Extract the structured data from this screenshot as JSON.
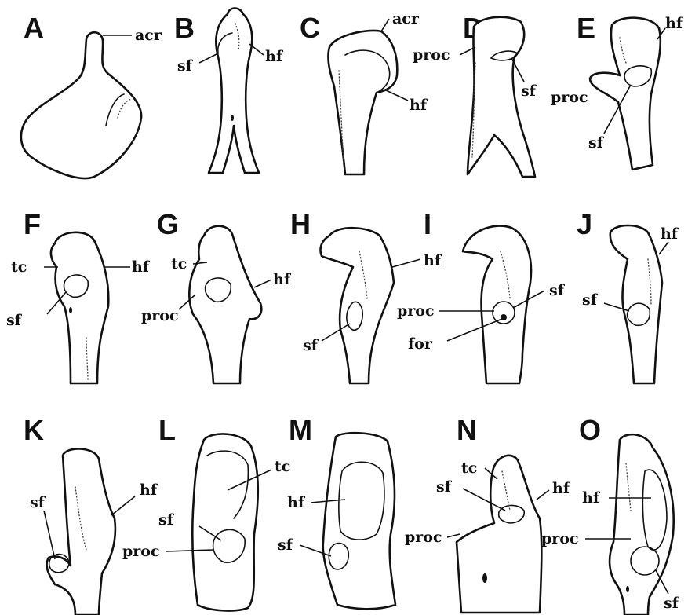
{
  "panels": [
    {
      "letter": "A",
      "labels": [
        "acr"
      ]
    },
    {
      "letter": "B",
      "labels": [
        "sf",
        "hf"
      ]
    },
    {
      "letter": "C",
      "labels": [
        "acr",
        "hf"
      ]
    },
    {
      "letter": "D",
      "labels": [
        "proc",
        "sf"
      ]
    },
    {
      "letter": "E",
      "labels": [
        "hf",
        "proc",
        "sf"
      ]
    },
    {
      "letter": "F",
      "labels": [
        "tc",
        "hf",
        "sf"
      ]
    },
    {
      "letter": "G",
      "labels": [
        "tc",
        "hf",
        "proc"
      ]
    },
    {
      "letter": "H",
      "labels": [
        "hf",
        "sf"
      ]
    },
    {
      "letter": "I",
      "labels": [
        "sf",
        "proc",
        "for"
      ]
    },
    {
      "letter": "J",
      "labels": [
        "hf",
        "sf"
      ]
    },
    {
      "letter": "K",
      "labels": [
        "hf",
        "sf"
      ]
    },
    {
      "letter": "L",
      "labels": [
        "tc",
        "sf",
        "proc"
      ]
    },
    {
      "letter": "M",
      "labels": [
        "hf",
        "sf"
      ]
    },
    {
      "letter": "N",
      "labels": [
        "tc",
        "sf",
        "hf",
        "proc"
      ]
    },
    {
      "letter": "O",
      "labels": [
        "hf",
        "proc",
        "sf"
      ]
    }
  ]
}
